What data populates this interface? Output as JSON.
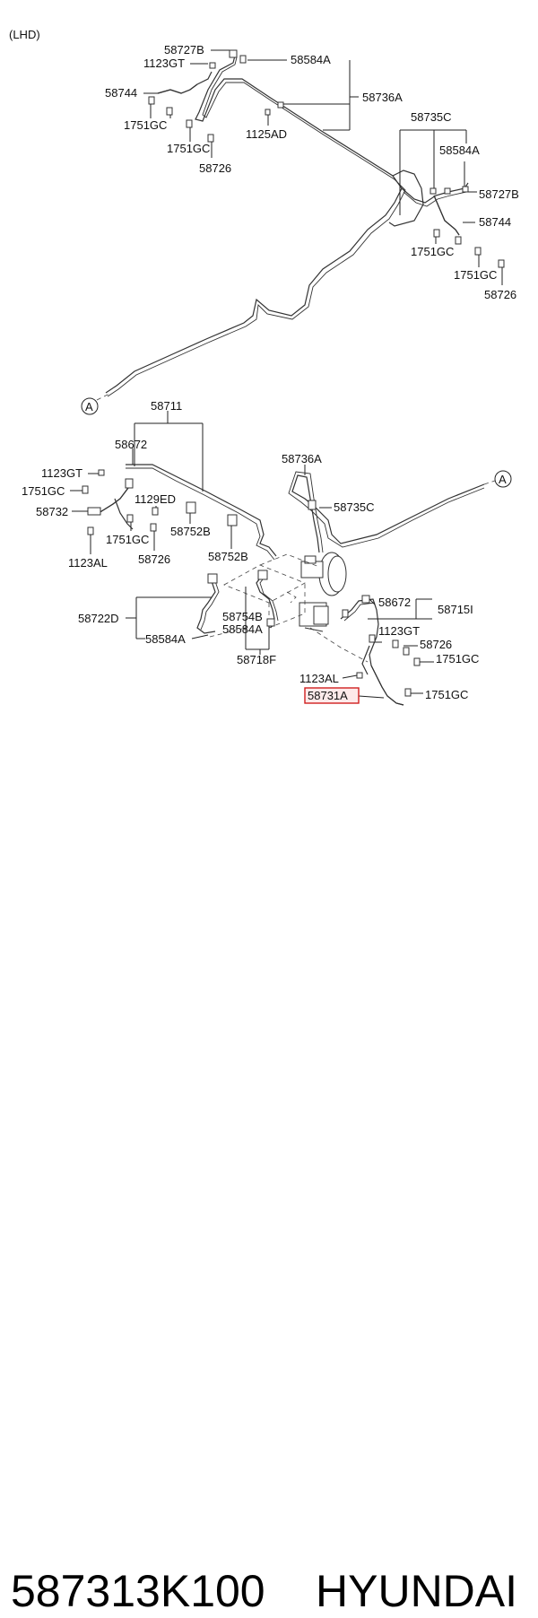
{
  "variant": "(LHD)",
  "labels": {
    "p58727B_top": "58727B",
    "p1123GT_top": "1123GT",
    "p58584A_top": "58584A",
    "p58744_top": "58744",
    "p58736A_top": "58736A",
    "p1751GC_top1": "1751GC",
    "p1751GC_top2": "1751GC",
    "p1125AD": "1125AD",
    "p58726_top": "58726",
    "p58735C_top": "58735C",
    "p58584A_right": "58584A",
    "p58727B_right": "58727B",
    "p58744_right": "58744",
    "p1751GC_r1": "1751GC",
    "p1751GC_r2": "1751GC",
    "p58726_right": "58726",
    "ref_A_left": "A",
    "ref_A_right": "A",
    "p58711": "58711",
    "p58672_left": "58672",
    "p1123GT_left": "1123GT",
    "p1751GC_left": "1751GC",
    "p58732": "58732",
    "p1129ED": "1129ED",
    "p1751GC_mid": "1751GC",
    "p58752B_1": "58752B",
    "p1123AL_left": "1123AL",
    "p58726_mid": "58726",
    "p58752B_2": "58752B",
    "p58736A_mid": "58736A",
    "p58735C_mid": "58735C",
    "p58672_right": "58672",
    "p58715I": "58715I",
    "p58722D": "58722D",
    "p58754B": "58754B",
    "p58584A_mid": "58584A",
    "p58584A_low": "58584A",
    "p58718F": "58718F",
    "p1123GT_right": "1123GT",
    "p58726_low": "58726",
    "p1751GC_low1": "1751GC",
    "p1123AL_right": "1123AL",
    "p58731A": "58731A",
    "p1751GC_low2": "1751GC"
  },
  "highlight_color": "#d02020",
  "caption": {
    "part_number": "587313K100",
    "brand": "HYUNDAI"
  }
}
